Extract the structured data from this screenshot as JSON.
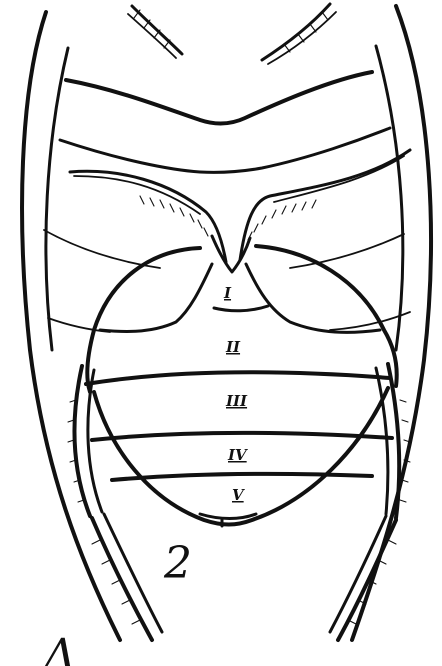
{
  "figure": {
    "number": "2",
    "segment_labels": [
      "I",
      "II",
      "III",
      "IV",
      "V"
    ],
    "partial_glyph": "Λ",
    "ink_color": "#111111",
    "paper_color": "#ffffff"
  }
}
